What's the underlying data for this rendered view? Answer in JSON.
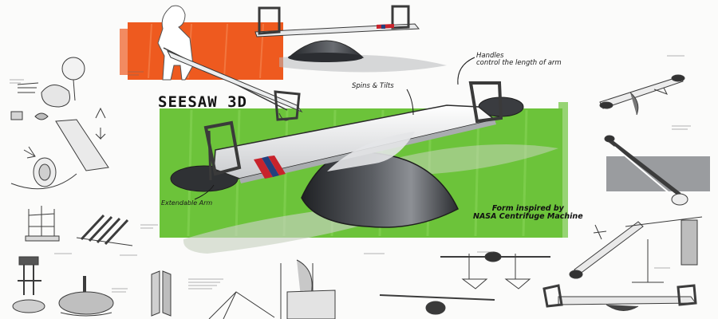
{
  "sheet": {
    "title": "SEESAW 3D",
    "annotations": {
      "handles_line1": "Handles",
      "handles_line2": "control the length of arm",
      "spins": "Spins & Tilts",
      "extendable": "Extendable Arm",
      "form_line1": "Form inspired by",
      "form_line2": "NASA Centrifuge Machine"
    }
  },
  "colors": {
    "marker_orange": "#ee5a1f",
    "marker_green": "#6cc33a",
    "dome_grey": "#3f4145",
    "stripe_red": "#c8232c",
    "stripe_blue": "#23407e"
  }
}
